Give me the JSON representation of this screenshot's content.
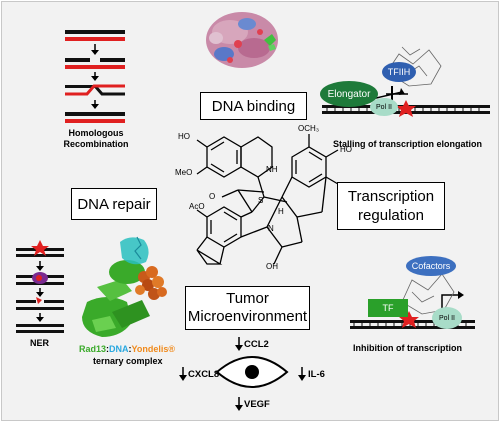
{
  "boxes": {
    "dna_binding": "DNA binding",
    "dna_repair": "DNA repair",
    "transcription_regulation_line1": "Transcription",
    "transcription_regulation_line2": "regulation",
    "tumor_line1": "Tumor",
    "tumor_line2": "Microenvironment"
  },
  "labels": {
    "homologous_line1": "Homologous",
    "homologous_line2": "Recombination",
    "ner": "NER",
    "stalling": "Stalling of transcription elongation",
    "inhibition": "Inhibition of transcription",
    "elongator": "Elongator",
    "tfiih": "TFIIH",
    "pol2_top": "Pol II",
    "cofactors": "Cofactors",
    "tf": "TF",
    "pol2_bottom": "Pol II",
    "rad13": "Rad13",
    "colon1": ":",
    "dna": "DNA",
    "colon2": ":",
    "yondelis": "Yondelis®",
    "ternary": "ternary complex",
    "ccl2": "CCL2",
    "cxcl8": "CXCL8",
    "il6": "IL-6",
    "vegf": "VEGF"
  },
  "molecule": {
    "ho_top": "HO",
    "meo_left": "MeO",
    "nh": "NH",
    "ocH3": "OCH₃",
    "ho_right": "HO",
    "o": "O",
    "aco": "AcO",
    "s": "S",
    "h": "H",
    "n": "N",
    "oh": "OH"
  },
  "colors": {
    "red": "#e02020",
    "green_elongator": "#1e7a3a",
    "blue_tfiih": "#2f5fb0",
    "blue_cofactors": "#3d70c0",
    "green_tf": "#2aa02a",
    "pol2_fill": "#a8dcc8",
    "rad13_color": "#3aaa2a",
    "dna_color": "#29a8e0",
    "yondelis_color": "#f08a1c"
  }
}
